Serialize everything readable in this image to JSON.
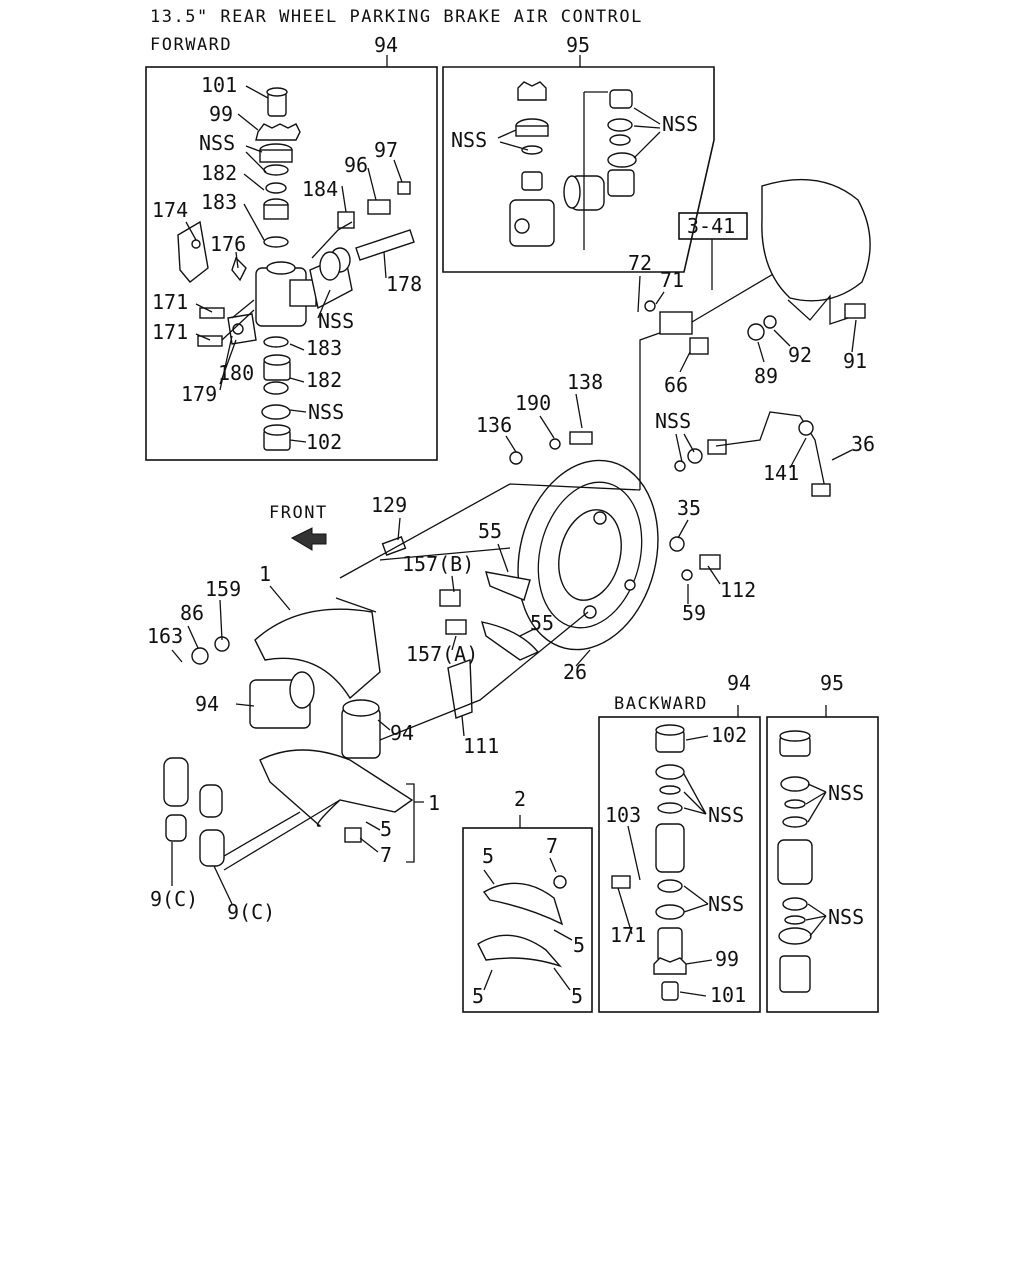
{
  "title": "13.5\" REAR WHEEL PARKING BRAKE AIR CONTROL",
  "sections": {
    "forward": "FORWARD",
    "backward": "BACKWARD",
    "front_label": "FRONT",
    "ref_box": "3-41"
  },
  "callouts": {
    "c101a": "101",
    "c99a": "99",
    "nssA": "NSS",
    "c182a": "182",
    "c183a": "183",
    "c174": "174",
    "c184": "184",
    "c96": "96",
    "c97": "97",
    "c176": "176",
    "c178": "178",
    "c171a": "171",
    "c171b": "171",
    "nssB": "NSS",
    "c183b": "183",
    "c182b": "182",
    "c179": "179",
    "c180": "180",
    "nssC": "NSS",
    "c102a": "102",
    "box94top": "94",
    "box95top": "95",
    "nssD": "NSS",
    "nssE": "NSS",
    "c72": "72",
    "c71": "71",
    "c66": "66",
    "c89": "89",
    "c92": "92",
    "c91": "91",
    "c136": "136",
    "c190": "190",
    "c138": "138",
    "nssF": "NSS",
    "c36": "36",
    "c141": "141",
    "c129": "129",
    "c55a": "55",
    "c35": "35",
    "c157b": "157(B)",
    "c159": "159",
    "c1a": "1",
    "c86": "86",
    "c163": "163",
    "c112": "112",
    "c59": "59",
    "c55b": "55",
    "c157a": "157(A)",
    "c26": "26",
    "c94a": "94",
    "c94b": "94",
    "c111": "111",
    "c1b": "1",
    "c5a": "5",
    "c7a": "7",
    "c9ca": "9(C)",
    "c9cb": "9(C)",
    "box2": "2",
    "c5b": "5",
    "c7b": "7",
    "c5c": "5",
    "c5d": "5",
    "c5e": "5",
    "box94bot": "94",
    "c102b": "102",
    "c103": "103",
    "nssG": "NSS",
    "nssH": "NSS",
    "c171c": "171",
    "c99b": "99",
    "c101b": "101",
    "box95bot": "95",
    "nssI": "NSS",
    "nssJ": "NSS"
  }
}
